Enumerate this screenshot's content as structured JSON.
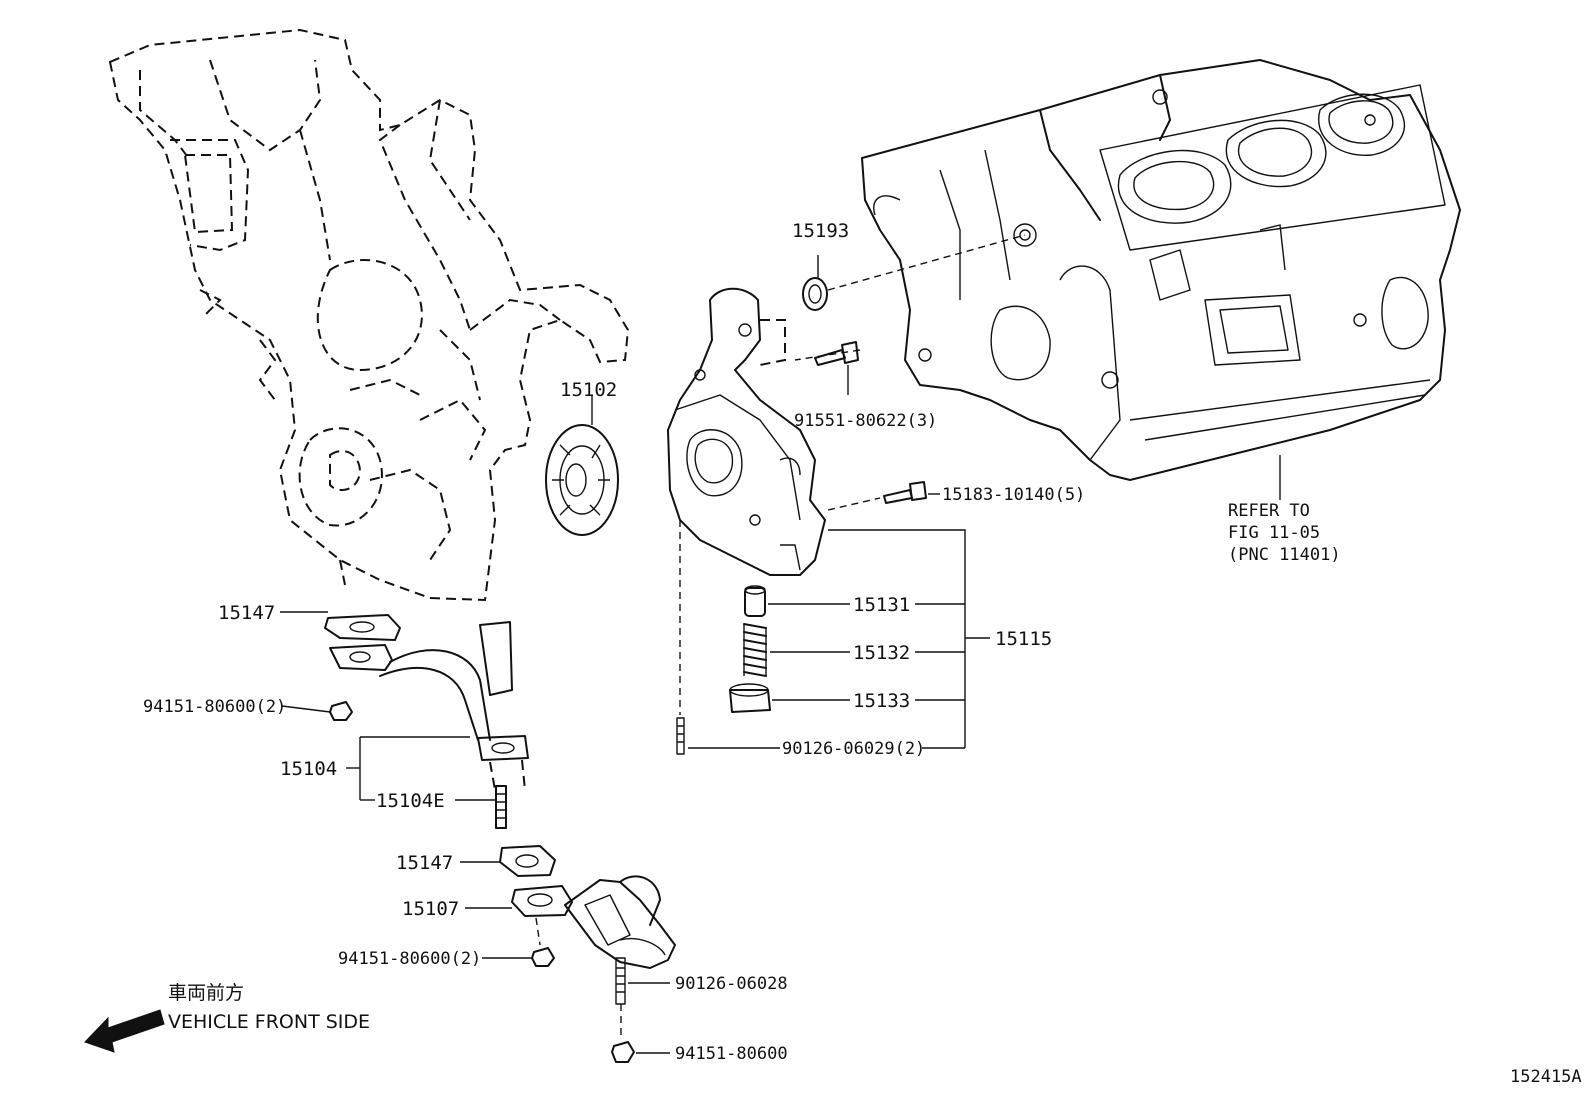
{
  "labels": {
    "p15193": "15193",
    "p15102": "15102",
    "p91551": "91551-80622(3)",
    "p15183": "15183-10140(5)",
    "refer1": "REFER TO",
    "refer2": "FIG 11-05",
    "refer3": "(PNC 11401)",
    "p15147a": "15147",
    "p15131": "15131",
    "p15132": "15132",
    "p15133": "15133",
    "p15115": "15115",
    "p94151a": "94151-80600(2)",
    "p90126a": "90126-06029(2)",
    "p15104": "15104",
    "p15104E": "15104E",
    "p15147b": "15147",
    "p15107": "15107",
    "p94151b": "94151-80600(2)",
    "p90126b": "90126-06028",
    "p94151c": "94151-80600",
    "front_jp": "車両前方",
    "front_en": "VEHICLE FRONT SIDE",
    "figure_id": "152415A"
  },
  "icons": {
    "arrow": "vehicle-front-arrow-icon"
  }
}
